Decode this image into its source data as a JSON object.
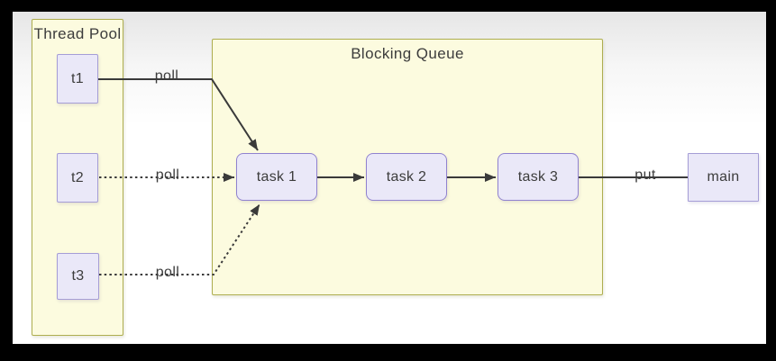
{
  "colors": {
    "frame": "#000000",
    "canvas-top": "#e6e6e6",
    "canvas-bg": "#ffffff",
    "container-fill": "#fcfbdf",
    "container-border": "#aeae50",
    "node-fill": "#eae8f8",
    "task-border": "#9082cf",
    "thread-border": "#a59dd6",
    "line": "#3a3a3a",
    "text": "#3c3c3c"
  },
  "containers": [
    {
      "id": "thread-pool",
      "label": "Thread Pool"
    },
    {
      "id": "blocking-queue",
      "label": "Blocking Queue"
    }
  ],
  "nodes": [
    {
      "id": "t1",
      "label": "t1"
    },
    {
      "id": "t2",
      "label": "t2"
    },
    {
      "id": "t3",
      "label": "t3"
    },
    {
      "id": "task1",
      "label": "task 1"
    },
    {
      "id": "task2",
      "label": "task 2"
    },
    {
      "id": "task3",
      "label": "task 3"
    },
    {
      "id": "main",
      "label": "main"
    }
  ],
  "edges": [
    {
      "from": "t1",
      "to": "task 1",
      "label": "poll",
      "style": "solid",
      "arrow": true
    },
    {
      "from": "t2",
      "to": "task 1",
      "label": "poll",
      "style": "dotted",
      "arrow": true
    },
    {
      "from": "t3",
      "to": "task 1",
      "label": "poll",
      "style": "dotted",
      "arrow": true
    },
    {
      "from": "task 1",
      "to": "task 2",
      "label": "",
      "style": "solid",
      "arrow": true
    },
    {
      "from": "task 2",
      "to": "task 3",
      "label": "",
      "style": "solid",
      "arrow": true
    },
    {
      "from": "task 3",
      "to": "main",
      "label": "put",
      "style": "solid",
      "arrow": false
    }
  ]
}
